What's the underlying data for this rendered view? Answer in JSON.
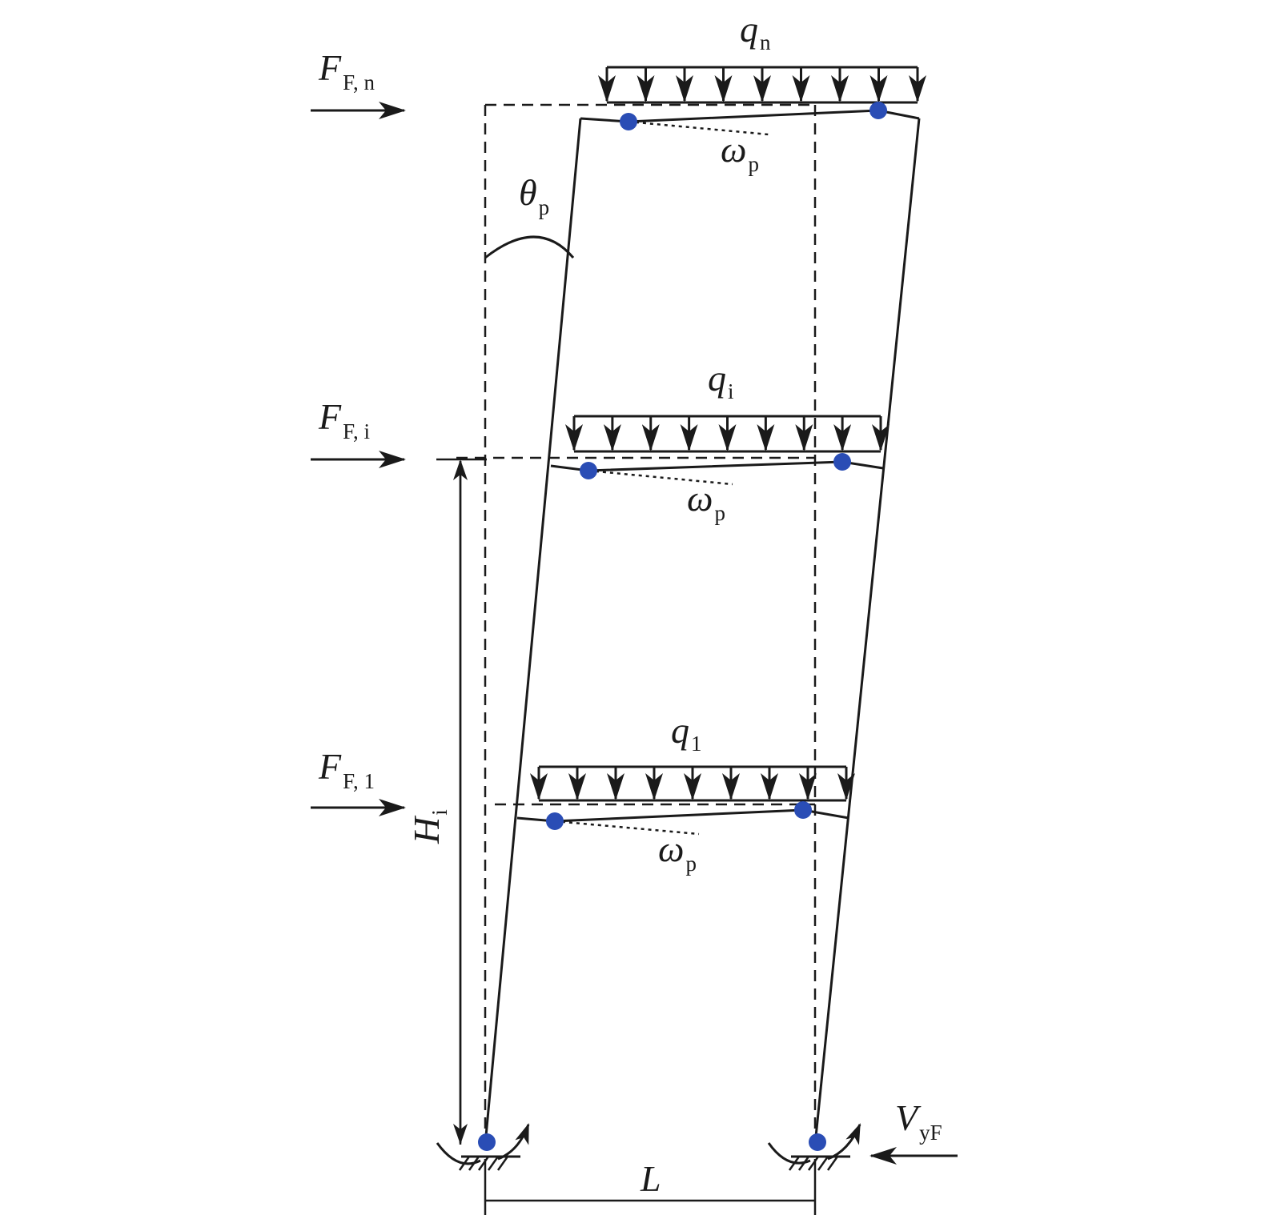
{
  "labels": {
    "F_main": "F",
    "F_n_sub": "F, n",
    "F_i_sub": "F, i",
    "F_1_sub": "F, 1",
    "q_main": "q",
    "q_n_sub": "n",
    "q_i_sub": "i",
    "q_1_sub": "1",
    "omega_main": "ω",
    "omega_sub": "p",
    "theta_main": "θ",
    "theta_sub": "p",
    "H_main": "H",
    "H_sub": "i",
    "L": "L",
    "V_main": "V",
    "V_sub": "yF"
  },
  "colors": {
    "line": "#1a1a1a",
    "hinge": "#2a4db5"
  }
}
